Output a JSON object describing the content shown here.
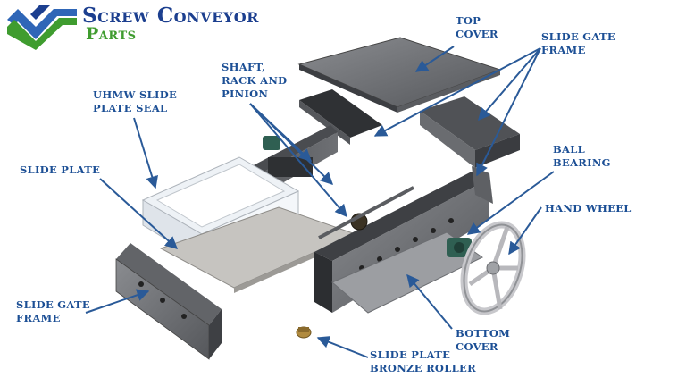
{
  "brand": {
    "line1": "Screw Conveyor",
    "line2": "Parts",
    "colors": {
      "blue": "#1c3f8f",
      "green": "#3f9c2f"
    }
  },
  "labels": {
    "top_cover": [
      "TOP",
      "COVER"
    ],
    "slide_gate_frame_top": [
      "SLIDE GATE",
      "FRAME"
    ],
    "shaft_rack_pinion": [
      "SHAFT,",
      "RACK AND",
      "PINION"
    ],
    "uhmw_seal": [
      "UHMW SLIDE",
      "PLATE SEAL"
    ],
    "slide_plate": [
      "SLIDE PLATE"
    ],
    "ball_bearing": [
      "BALL",
      "BEARING"
    ],
    "hand_wheel": [
      "HAND WHEEL"
    ],
    "slide_gate_frame_left": [
      "SLIDE GATE",
      "FRAME"
    ],
    "bottom_cover": [
      "BOTTOM",
      "COVER"
    ],
    "bronze_roller": [
      "SLIDE PLATE",
      "BRONZE ROLLER"
    ]
  },
  "colors": {
    "label": "#1c4f95",
    "arrow": "#2a5a98"
  }
}
